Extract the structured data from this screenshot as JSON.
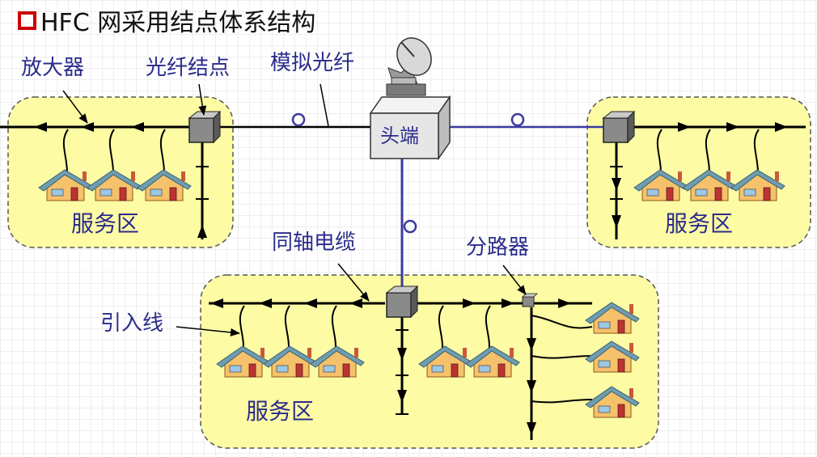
{
  "title": {
    "text": "HFC 网采用结点体系结构"
  },
  "labels": {
    "amplifier": "放大器",
    "fiber_node": "光纤结点",
    "analog_fiber": "模拟光纤",
    "headend": "头端",
    "coax_cable": "同轴电缆",
    "splitter": "分路器",
    "drop_line": "引入线",
    "service_area_left": "服务区",
    "service_area_right": "服务区",
    "service_area_bottom": "服务区"
  },
  "colors": {
    "title_marker": "#cc0000",
    "label_text": "#2b2b8c",
    "fiber_line": "#3a3aa0",
    "zone_fill": "#fdfca5",
    "node_box": "#8a8a8a",
    "headend_box": "#e6e6e6"
  }
}
